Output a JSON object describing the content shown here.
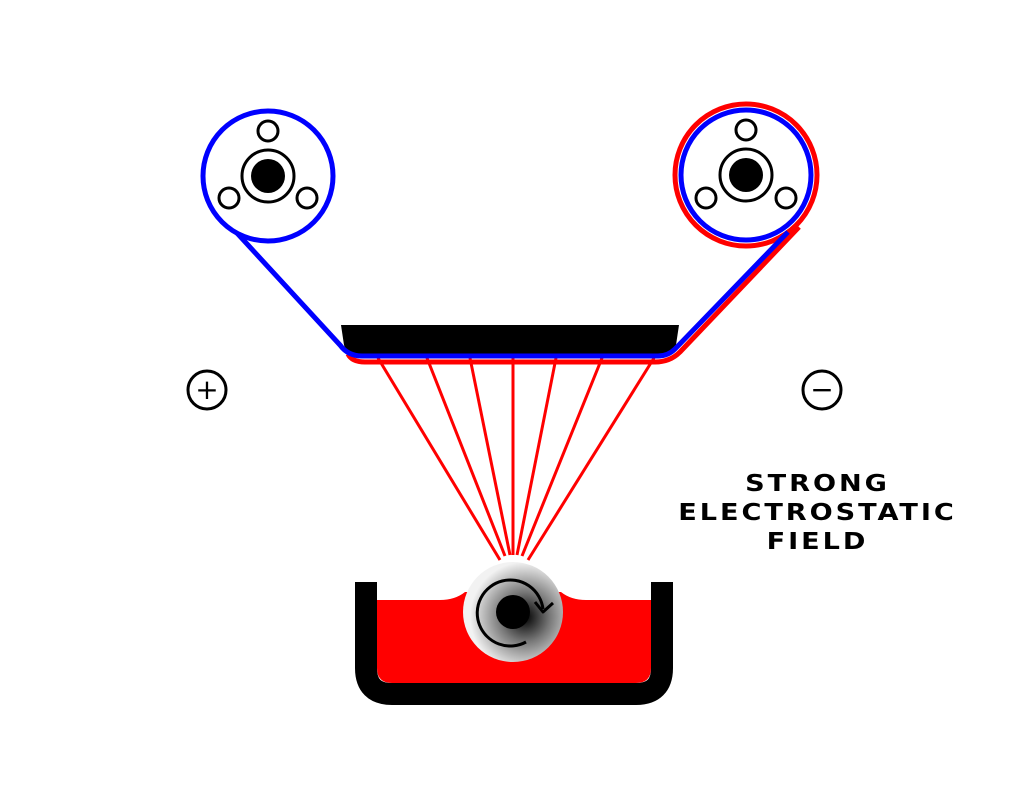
{
  "colors": {
    "positive": "#0000ff",
    "negative": "#ff0000",
    "polymer": "#ff0000",
    "outline": "#000000",
    "background": "#ffffff"
  },
  "symbols": {
    "positive": "+",
    "negative": "−"
  },
  "label": {
    "line1": "STRONG",
    "line2": "ELECTROSTATIC",
    "line3": "FIELD"
  },
  "icons": {
    "left_reel": "reel-icon",
    "right_reel": "reel-icon",
    "positive": "plus-circle-icon",
    "negative": "minus-circle-icon",
    "roller": "rotation-arrow-icon"
  }
}
